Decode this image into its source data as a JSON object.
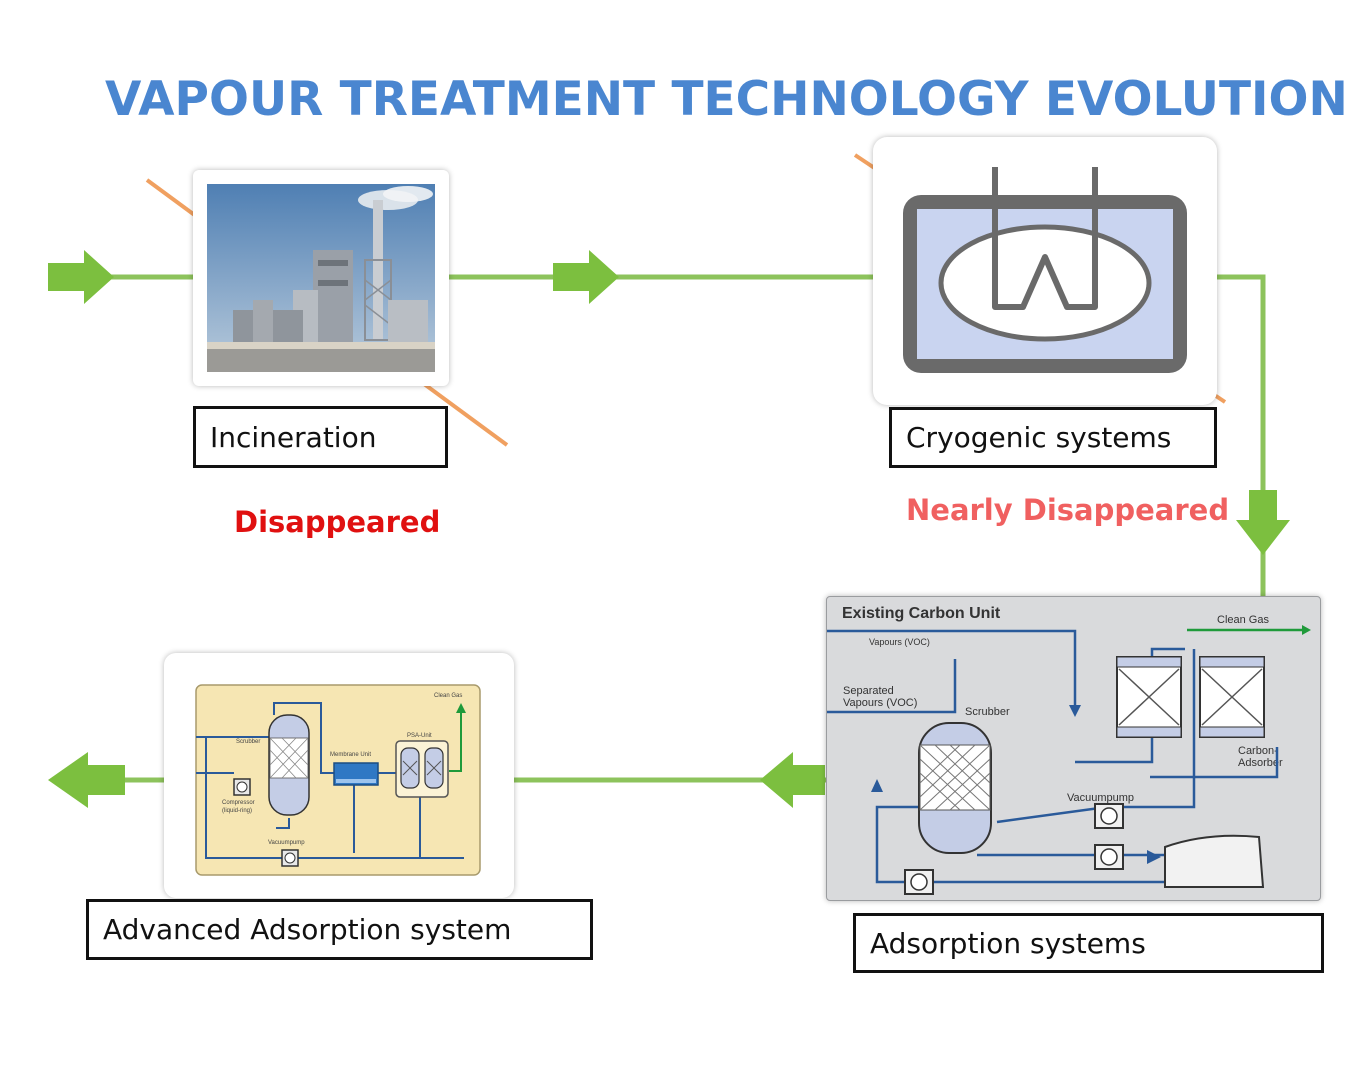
{
  "title": "VAPOUR TREATMENT TECHNOLOGY EVOLUTION",
  "colors": {
    "title": "#4a86d0",
    "flow_line": "#8dc35c",
    "flow_arrow": "#7cbf3f",
    "strike": "#f0a060",
    "disappeared": "#e01010",
    "nearly_disappeared": "#f06060"
  },
  "stages": {
    "incineration": {
      "label": "Incineration",
      "status": "Disappeared"
    },
    "cryogenic": {
      "label": "Cryogenic systems",
      "status": "Nearly Disappeared"
    },
    "adsorption": {
      "label": "Adsorption systems",
      "diagram": {
        "heading": "Existing Carbon Unit",
        "clean_gas": "Clean Gas",
        "vapours": "Vapours (VOC)",
        "separated_1": "Separated",
        "separated_2": "Vapours (VOC)",
        "scrubber": "Scrubber",
        "carbon_1": "Carbon-",
        "carbon_2": "Adsorber",
        "vacuumpump": "Vacuumpump"
      }
    },
    "advanced": {
      "label": "Advanced Adsorption system",
      "diagram": {
        "clean_gas": "Clean Gas",
        "psa_unit": "PSA-Unit",
        "scrubber": "Scrubber",
        "membrane": "Membrane Unit",
        "compressor_1": "Compressor",
        "compressor_2": "(liquid-ring)",
        "vacuumpump": "Vacuumpump"
      }
    }
  }
}
